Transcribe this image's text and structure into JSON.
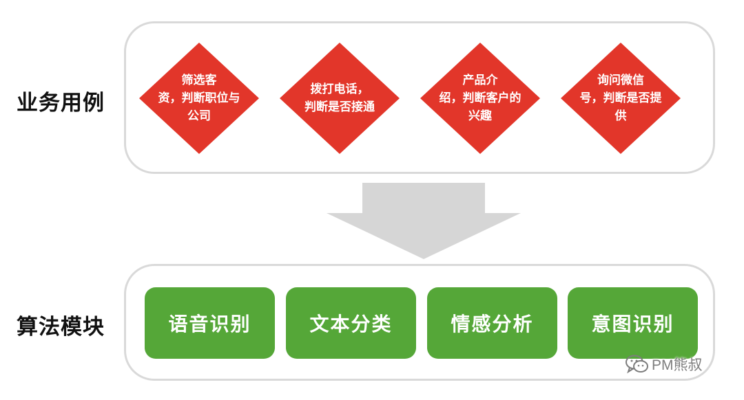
{
  "rows": {
    "business_label": "业务用例",
    "algorithm_label": "算法模块"
  },
  "use_cases": [
    {
      "line1": "筛选客",
      "line2": "资，判断职位与",
      "line3": "公司"
    },
    {
      "line1": "拨打电话，",
      "line2": "判断是否接通",
      "line3": ""
    },
    {
      "line1": "产品介",
      "line2": "绍，判断客户的",
      "line3": "兴趣"
    },
    {
      "line1": "询问微信",
      "line2": "号，判断是否提",
      "line3": "供"
    }
  ],
  "modules": [
    "语音识别",
    "文本分类",
    "情感分析",
    "意图识别"
  ],
  "watermark": "PM熊叔",
  "colors": {
    "diamond": "#e2362a",
    "module": "#55a738",
    "arrow": "#d6d6d6",
    "panel_border": "#d9d9d9"
  }
}
